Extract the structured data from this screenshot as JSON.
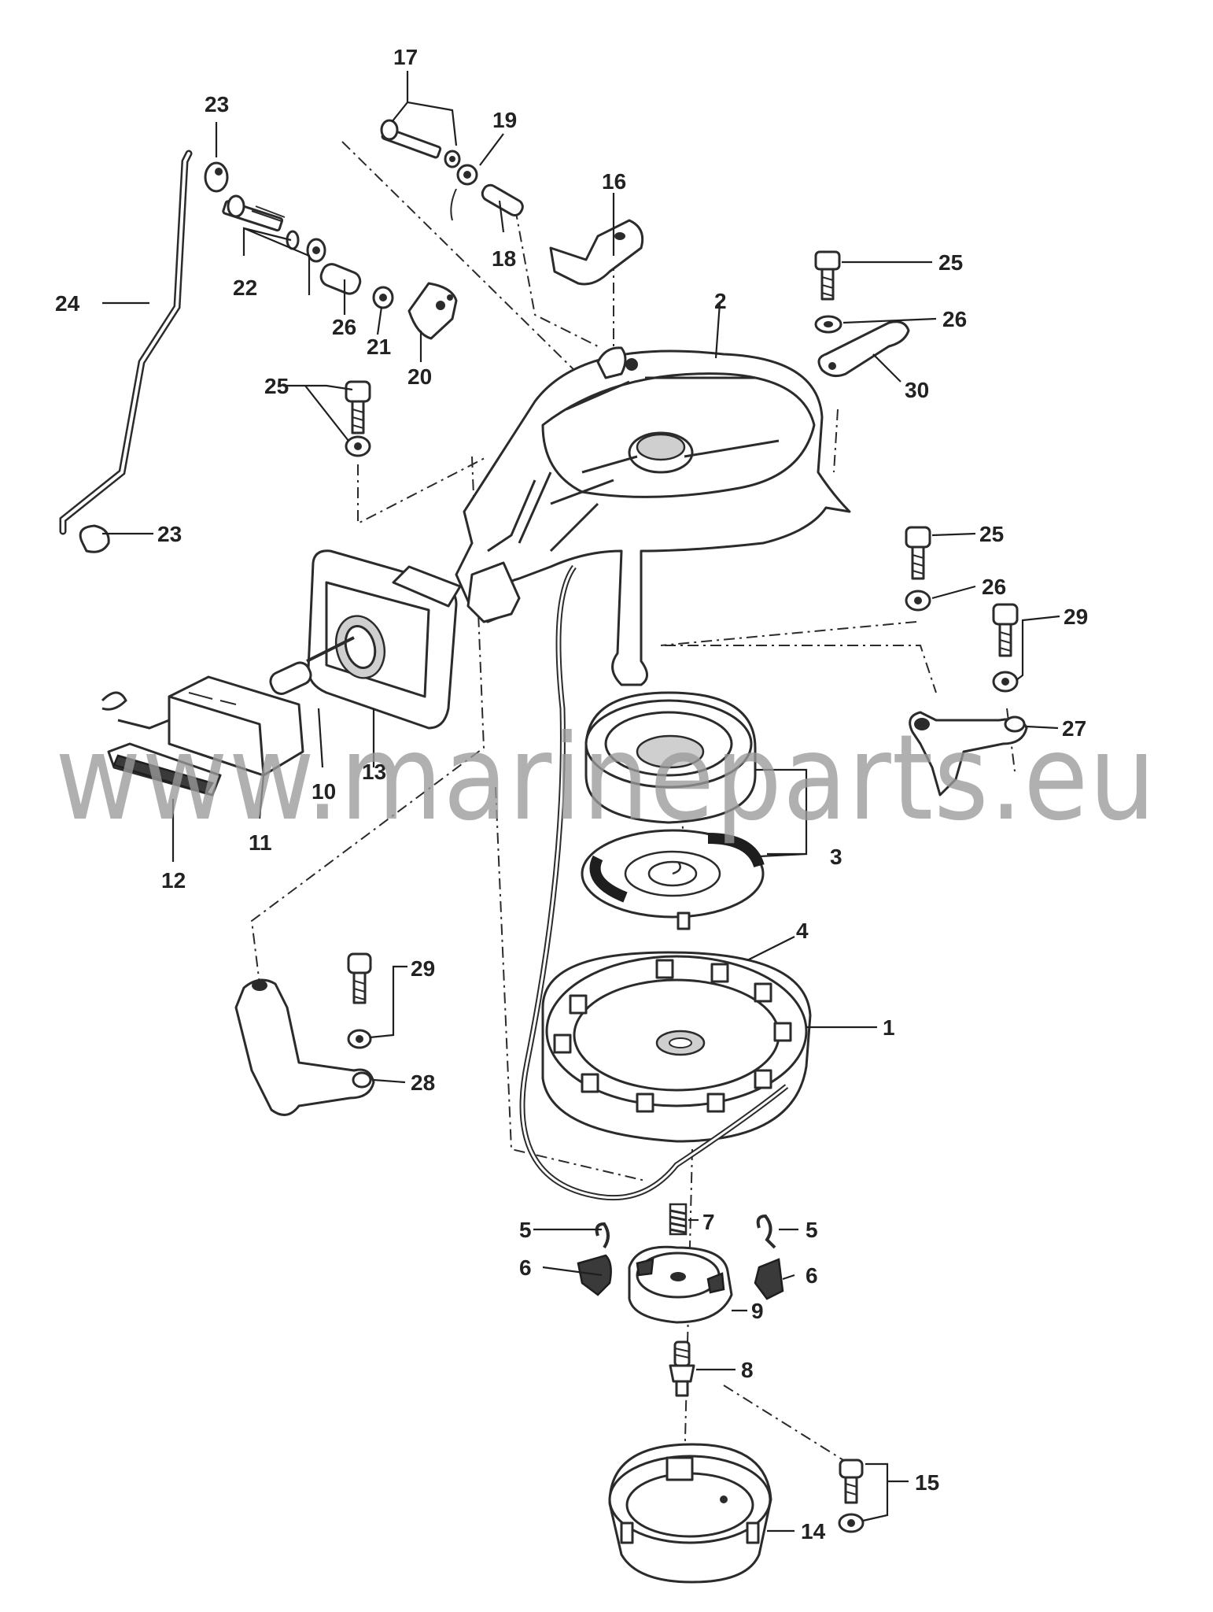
{
  "watermark": "www.marineparts.eu",
  "callouts": {
    "c1": "1",
    "c2": "2",
    "c3": "3",
    "c4": "4",
    "c5a": "5",
    "c5b": "5",
    "c6a": "6",
    "c6b": "6",
    "c7": "7",
    "c8": "8",
    "c9": "9",
    "c10": "10",
    "c11": "11",
    "c12": "12",
    "c13": "13",
    "c14": "14",
    "c15": "15",
    "c16": "16",
    "c17": "17",
    "c18": "18",
    "c19": "19",
    "c20": "20",
    "c21": "21",
    "c22": "22",
    "c23a": "23",
    "c23b": "23",
    "c24": "24",
    "c25a": "25",
    "c25b": "25",
    "c25c": "25",
    "c26a": "26",
    "c26b": "26",
    "c26c": "26",
    "c27": "27",
    "c28": "28",
    "c29a": "29",
    "c29b": "29",
    "c30": "30"
  }
}
